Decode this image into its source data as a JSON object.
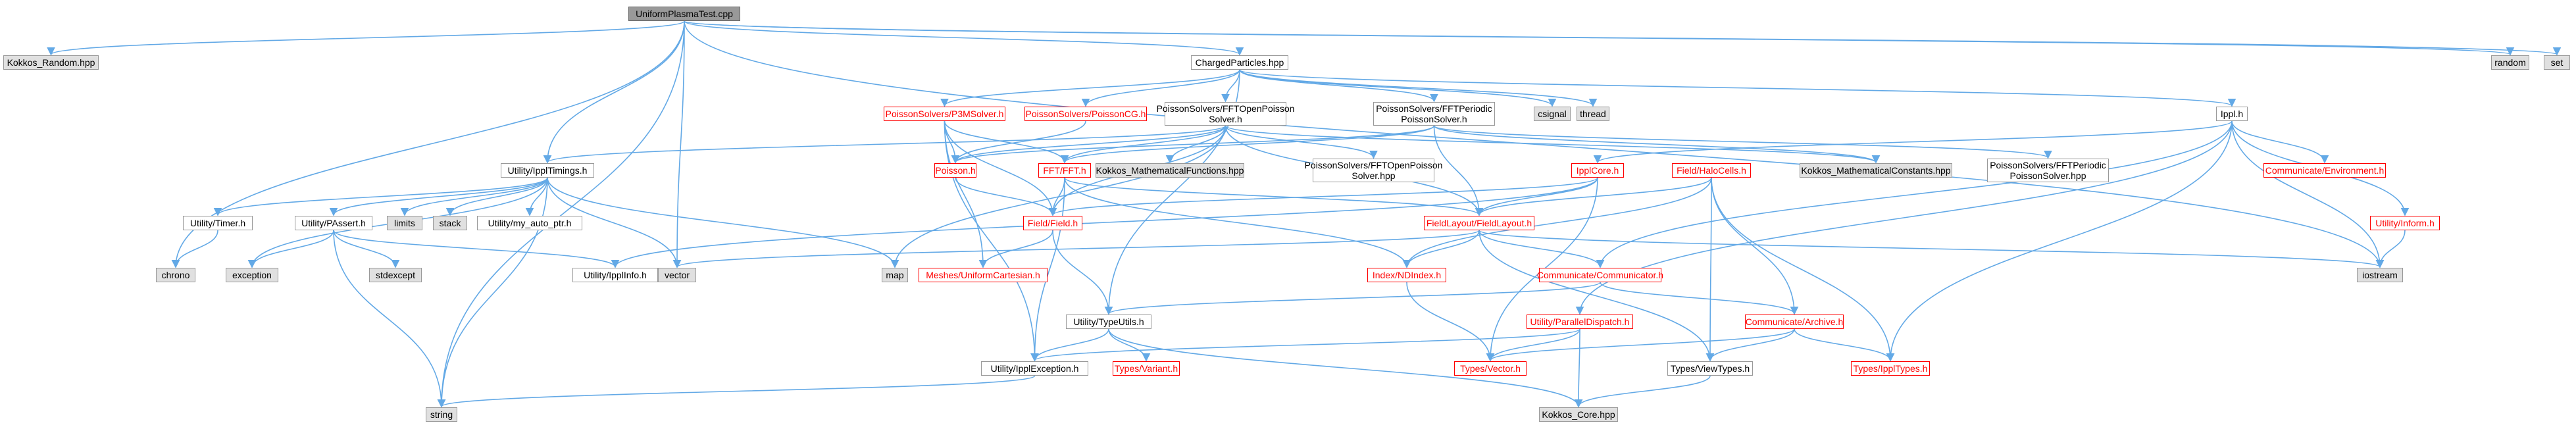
{
  "graph": {
    "nodes": {
      "root": "UniformPlasmaTest.cpp",
      "kokkos_random": "Kokkos_Random.hpp",
      "string": "string",
      "chrono": "chrono",
      "ippl_timings": "Utility/IpplTimings.h",
      "vector": "vector",
      "charged_particles": "ChargedParticles.hpp",
      "iostream": "iostream",
      "random": "random",
      "set": "set",
      "p3m": "PoissonSolvers/P3MSolver.h",
      "poisson_cg": "PoissonSolvers/PoissonCG.h",
      "fft_open_h": "PoissonSolvers/FFTOpenPoisson Solver.h",
      "fft_periodic_h": "PoissonSolvers/FFTPeriodic PoissonSolver.h",
      "csignal": "csignal",
      "thread": "thread",
      "ippl_h": "Ippl.h",
      "timer": "Utility/Timer.h",
      "passert": "Utility/PAssert.h",
      "limits": "limits",
      "stack": "stack",
      "my_auto_ptr": "Utility/my_auto_ptr.h",
      "exception": "exception",
      "stdexcept": "stdexcept",
      "poisson_h": "Poisson.h",
      "fft_h": "FFT/FFT.h",
      "kokkos_math_fn": "Kokkos_MathematicalFunctions.hpp",
      "fft_open_hpp": "PoissonSolvers/FFTOpenPoisson Solver.hpp",
      "ippl_core": "IpplCore.h",
      "field_halo": "Field/HaloCells.h",
      "kokkos_math_const": "Kokkos_MathematicalConstants.hpp",
      "fft_periodic_hpp": "PoissonSolvers/FFTPeriodic PoissonSolver.hpp",
      "communicate_env": "Communicate/Environment.h",
      "inform": "Utility/Inform.h",
      "field_h": "Field/Field.h",
      "field_layout": "FieldLayout/FieldLayout.h",
      "ippl_info": "Utility/IpplInfo.h",
      "map": "map",
      "uniform_cartesian": "Meshes/UniformCartesian.h",
      "ndindex": "Index/NDIndex.h",
      "communicator": "Communicate/Communicator.h",
      "type_utils": "Utility/TypeUtils.h",
      "parallel_dispatch": "Utility/ParallelDispatch.h",
      "archive": "Communicate/Archive.h",
      "ippl_exception": "Utility/IpplException.h",
      "variant": "Types/Variant.h",
      "types_vector": "Types/Vector.h",
      "view_types": "Types/ViewTypes.h",
      "ippl_types": "Types/IpplTypes.h",
      "kokkos_core": "Kokkos_Core.hpp"
    },
    "colors": {
      "edge": "#63a9e6",
      "node_border": "#999999",
      "incomplete_border": "#ff0000",
      "incomplete_text": "#ff0000",
      "system_fill": "#e0e0e0",
      "root_fill": "#999999"
    }
  }
}
